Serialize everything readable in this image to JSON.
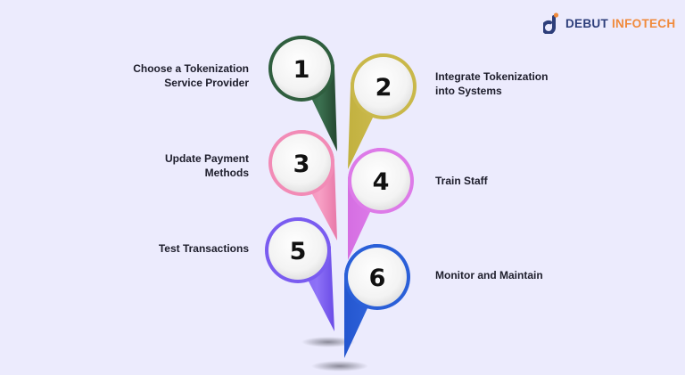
{
  "brand": {
    "name_part1": "DEBUT",
    "name_part2": "INFOTECH",
    "icon": "debut-infotech-logo-icon",
    "colors": {
      "primary": "#2d3e7a",
      "accent": "#f08a3c"
    }
  },
  "background": "#ecebfd",
  "steps": [
    {
      "number": "1",
      "label_line1": "Choose a Tokenization",
      "label_line2": "Service Provider",
      "side": "left",
      "color": "#2f5e3e"
    },
    {
      "number": "2",
      "label_line1": "Integrate Tokenization",
      "label_line2": "into Systems",
      "side": "right",
      "color": "#c9b84a"
    },
    {
      "number": "3",
      "label_line1": "Update Payment",
      "label_line2": "Methods",
      "side": "left",
      "color": "#f28bb6"
    },
    {
      "number": "4",
      "label_line1": "Train Staff",
      "label_line2": "",
      "side": "right",
      "color": "#dd7ae8"
    },
    {
      "number": "5",
      "label_line1": "Test Transactions",
      "label_line2": "",
      "side": "left",
      "color": "#7a5cf0"
    },
    {
      "number": "6",
      "label_line1": "Monitor and Maintain",
      "label_line2": "",
      "side": "right",
      "color": "#2a5fd8"
    }
  ]
}
